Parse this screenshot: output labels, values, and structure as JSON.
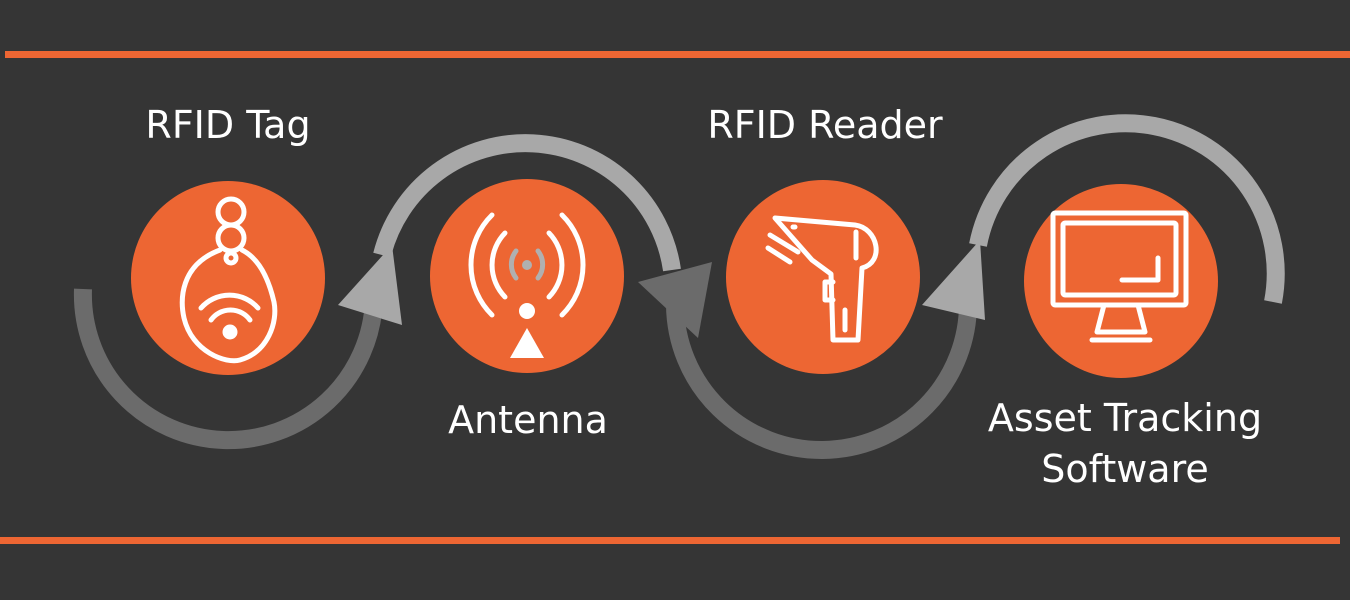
{
  "colors": {
    "background": "#353535",
    "accent": "#ed6633",
    "arrow_light": "#a8a8a8",
    "arrow_dark": "#6b6b6b",
    "icon_stroke": "#ffffff",
    "icon_muted": "#b0b0b0"
  },
  "nodes": [
    {
      "id": "rfid-tag",
      "label": "RFID Tag",
      "icon": "rfid-keyfob-icon"
    },
    {
      "id": "antenna",
      "label": "Antenna",
      "icon": "antenna-signal-icon"
    },
    {
      "id": "rfid-reader",
      "label": "RFID Reader",
      "icon": "barcode-scanner-icon"
    },
    {
      "id": "software",
      "label_line1": "Asset Tracking",
      "label_line2": "Software",
      "icon": "computer-monitor-icon"
    }
  ]
}
